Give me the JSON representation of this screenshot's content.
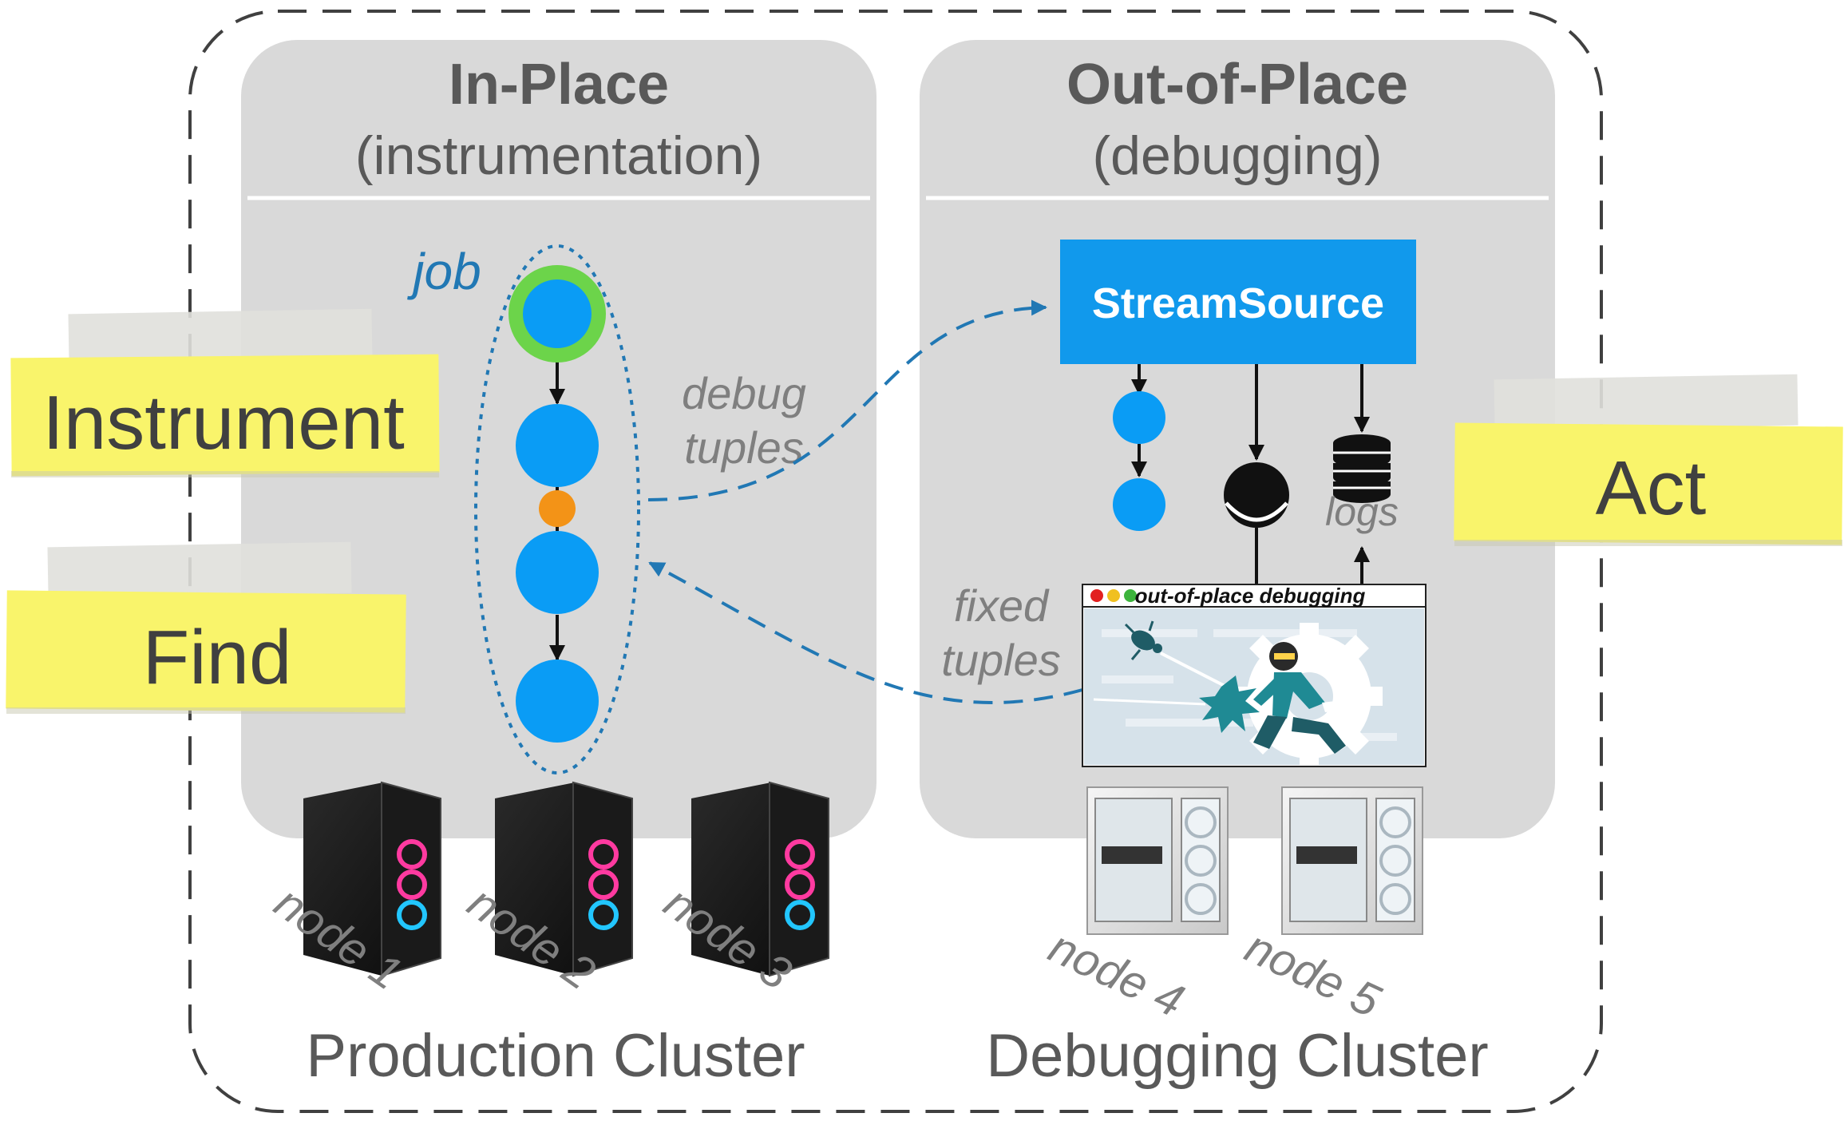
{
  "panels": {
    "in_place": {
      "title": "In-Place",
      "subtitle": "(instrumentation)"
    },
    "out_of_place": {
      "title": "Out-of-Place",
      "subtitle": "(debugging)"
    }
  },
  "job_label": "job",
  "debug_tuples": {
    "line1": "debug",
    "line2": "tuples"
  },
  "fixed_tuples": {
    "line1": "fixed",
    "line2": "tuples"
  },
  "stream_source": "StreamSource",
  "logs_label": "logs",
  "debug_window_title": "out-of-place debugging",
  "stickies": {
    "instrument": "Instrument",
    "find": "Find",
    "act": "Act"
  },
  "clusters": {
    "production": "Production Cluster",
    "debugging": "Debugging Cluster"
  },
  "nodes": [
    "node 1",
    "node 2",
    "node 3",
    "node 4",
    "node 5"
  ],
  "colors": {
    "panel_bg": "#d9d9d9",
    "op_blue": "#0a9cf5",
    "stream_blue": "#1199ec",
    "source_ring_green": "#6cd44a",
    "failure_orange": "#f39317",
    "flow_blue": "#2178b4",
    "sticky_yellow": "#f9f46b"
  }
}
